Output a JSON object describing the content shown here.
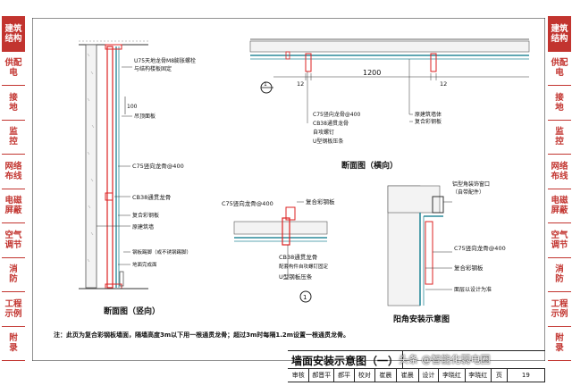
{
  "left_tabs": [
    {
      "label": "建筑\n结构",
      "active": true
    },
    {
      "label": "供配\n电",
      "active": false
    },
    {
      "label": "接\n地",
      "active": false
    },
    {
      "label": "监\n控",
      "active": false
    },
    {
      "label": "网络\n布线",
      "active": false
    },
    {
      "label": "电磁\n屏蔽",
      "active": false
    },
    {
      "label": "空气\n调节",
      "active": false
    },
    {
      "label": "消\n防",
      "active": false
    },
    {
      "label": "工程\n示例",
      "active": false
    },
    {
      "label": "附\n录",
      "active": false
    }
  ],
  "right_tabs": [
    {
      "label": "建筑\n结构",
      "active": true
    },
    {
      "label": "供配\n电",
      "active": false
    },
    {
      "label": "接\n地",
      "active": false
    },
    {
      "label": "监\n控",
      "active": false
    },
    {
      "label": "网络\n布线",
      "active": false
    },
    {
      "label": "电磁\n屏蔽",
      "active": false
    },
    {
      "label": "空气\n调节",
      "active": false
    },
    {
      "label": "消\n防",
      "active": false
    },
    {
      "label": "工程\n示例",
      "active": false
    },
    {
      "label": "附\n录",
      "active": false
    }
  ],
  "vertical_section": {
    "title": "断面图（竖向）",
    "labels": {
      "u75": "U75天地龙骨M8膨胀螺栓",
      "u75b": "与结构楼板固定",
      "dim": "100",
      "sound": "吊顶面板",
      "c75": "C75竖向龙骨@400",
      "cb38": "CB38通贯龙骨",
      "board": "复合彩钢板",
      "wall": "原建筑墙",
      "skirt": "钢板踢脚（或不锈钢踢脚）",
      "floor": "地面完成面"
    }
  },
  "horizontal_section": {
    "title": "断面图（横向）",
    "dims": {
      "left": "12",
      "mid": "1200",
      "right": "12"
    },
    "callout": "1",
    "labels": {
      "c75": "C75竖向龙骨@400",
      "cb38": "CB38通贯龙骨",
      "screw": "自攻螺钉",
      "clip": "U型钢板压条",
      "wall": "原建筑墙体",
      "board": "复合彩钢板"
    }
  },
  "detail": {
    "callout": "1",
    "labels": {
      "c75": "C75竖向龙骨@400",
      "board": "复合彩钢板",
      "cb38": "CB38通贯龙骨",
      "fix": "配套构件自攻螺钉固定",
      "clip": "U型钢板压条"
    }
  },
  "corner": {
    "title": "阳角安装示意图",
    "labels": {
      "corner": "铝型角装饰窗口",
      "corner2": "（自带配件）",
      "c75": "C75竖向龙骨@400",
      "board": "复合彩钢板",
      "design": "面层以设计为准"
    }
  },
  "note": "注：此页为复合彩钢板墙面，隔墙高度3m以下用一根通贯龙骨；超过3m时每隔1.2m设置一根通贯龙骨。",
  "title_block": {
    "title": "墙面安装示意图（一）",
    "row": [
      "审核",
      "郝晋平",
      "郝平",
      "校对",
      "崔晨",
      "崔晨",
      "设计",
      "李晓红",
      "李晓红",
      "页",
      "19"
    ]
  },
  "watermark": "头条 @智能化弱电圈"
}
